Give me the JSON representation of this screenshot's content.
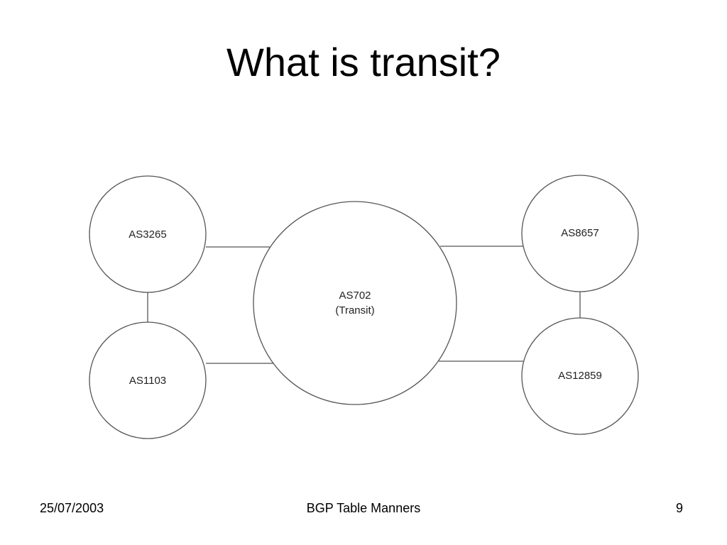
{
  "slide": {
    "title": "What is transit?",
    "footer": {
      "date": "25/07/2003",
      "title": "BGP Table Manners",
      "page": "9"
    }
  },
  "diagram": {
    "nodes": [
      {
        "id": "as3265",
        "label": "AS3265"
      },
      {
        "id": "as1103",
        "label": "AS1103"
      },
      {
        "id": "as702",
        "label": "AS702",
        "sublabel": "(Transit)"
      },
      {
        "id": "as8657",
        "label": "AS8657"
      },
      {
        "id": "as12859",
        "label": "AS12859"
      }
    ],
    "links": [
      {
        "from": "as3265",
        "to": "as702"
      },
      {
        "from": "as1103",
        "to": "as702"
      },
      {
        "from": "as3265",
        "to": "as1103"
      },
      {
        "from": "as702",
        "to": "as8657"
      },
      {
        "from": "as702",
        "to": "as12859"
      },
      {
        "from": "as8657",
        "to": "as12859"
      }
    ]
  }
}
